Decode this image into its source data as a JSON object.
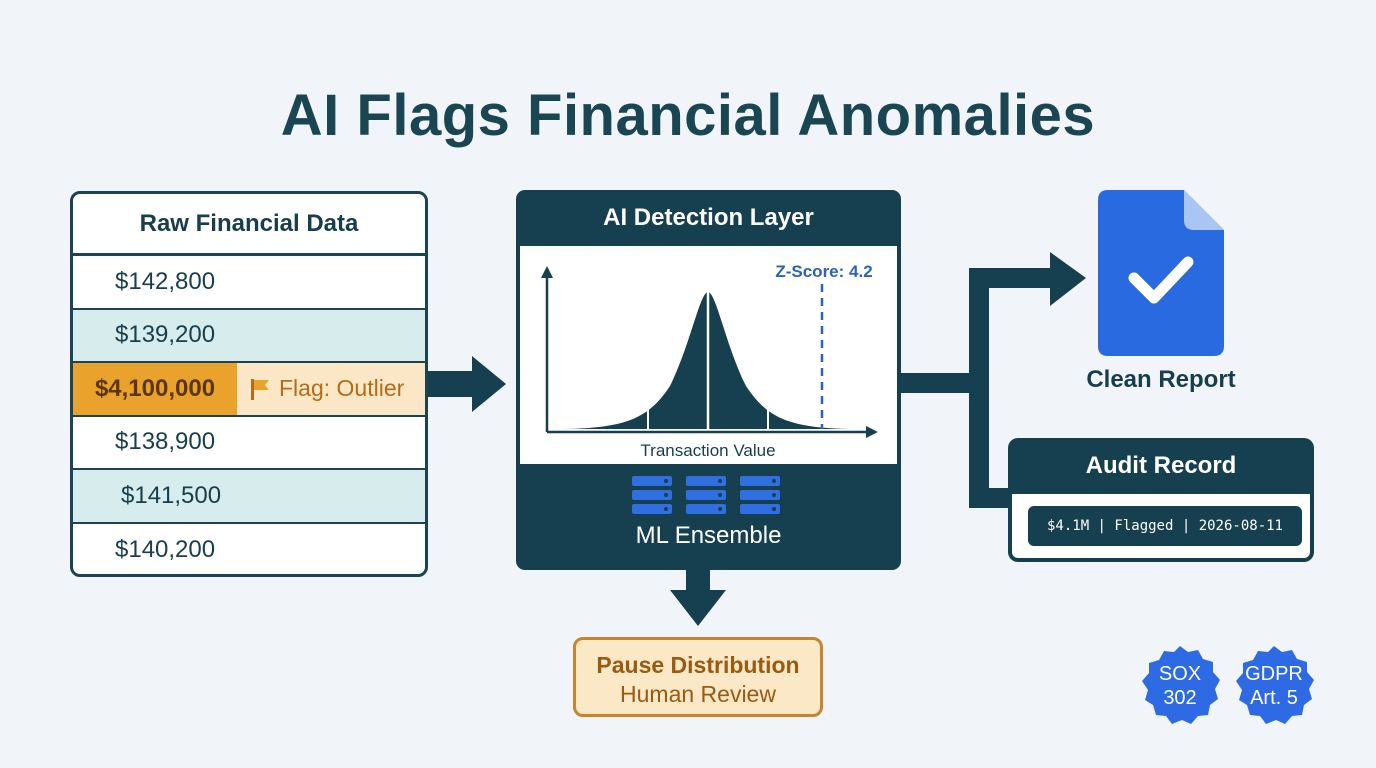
{
  "title": "AI Flags Financial Anomalies",
  "raw_data": {
    "header": "Raw Financial Data",
    "rows": [
      "$142,800",
      "$139,200",
      "$4,100,000",
      "$138,900",
      "$141,500",
      "$140,200"
    ],
    "flagged_value": "$4,100,000",
    "flag_label": "Flag: Outlier"
  },
  "ai_layer": {
    "title": "AI Detection Layer",
    "zscore_label": "Z-Score: 4.2",
    "xaxis_label": "Transaction Value",
    "subtitle": "ML Ensemble"
  },
  "clean_report": {
    "label": "Clean Report"
  },
  "audit_record": {
    "title": "Audit Record",
    "entry": "$4.1M | Flagged | 2026-08-11"
  },
  "pause": {
    "line1": "Pause Distribution",
    "line2": "Human Review"
  },
  "badges": [
    {
      "line1": "SOX",
      "line2": "302"
    },
    {
      "line1": "GDPR",
      "line2": "Art. 5"
    }
  ],
  "colors": {
    "navy": "#163f4f",
    "teal_shade": "#d7ecec",
    "flag_orange": "#e9a22b",
    "flag_light": "#fbe6c6",
    "report_blue": "#2a6ae0",
    "badge_blue": "#2d6ae4"
  },
  "icons": [
    "flag-icon",
    "document-check-icon",
    "server-icon"
  ]
}
